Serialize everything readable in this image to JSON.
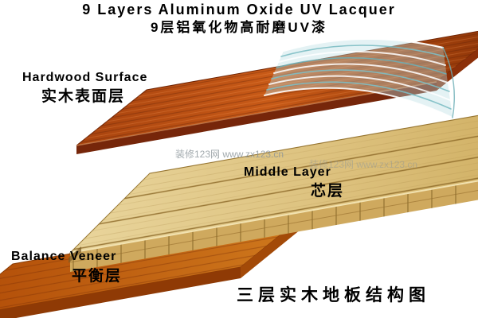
{
  "title": {
    "en": "9 Layers Aluminum Oxide UV Lacquer",
    "zh": "9层铝氧化物高耐磨UV漆"
  },
  "layers": {
    "hardwood": {
      "en": "Hardwood Surface",
      "zh": "实木表面层"
    },
    "middle": {
      "en": "Middle Layer",
      "zh": "芯层"
    },
    "balance": {
      "en": "Balance Veneer",
      "zh": "平衡层"
    }
  },
  "caption": "三层实木地板结构图",
  "watermark": "装修123网 www.zx123.cn",
  "colors": {
    "hardwood_surface": "#b84c10",
    "middle_layer": "#dcc07c",
    "balance_veneer": "#c05c10",
    "uv_lacquer": "#bfe0e2",
    "label_text": "#000000"
  }
}
